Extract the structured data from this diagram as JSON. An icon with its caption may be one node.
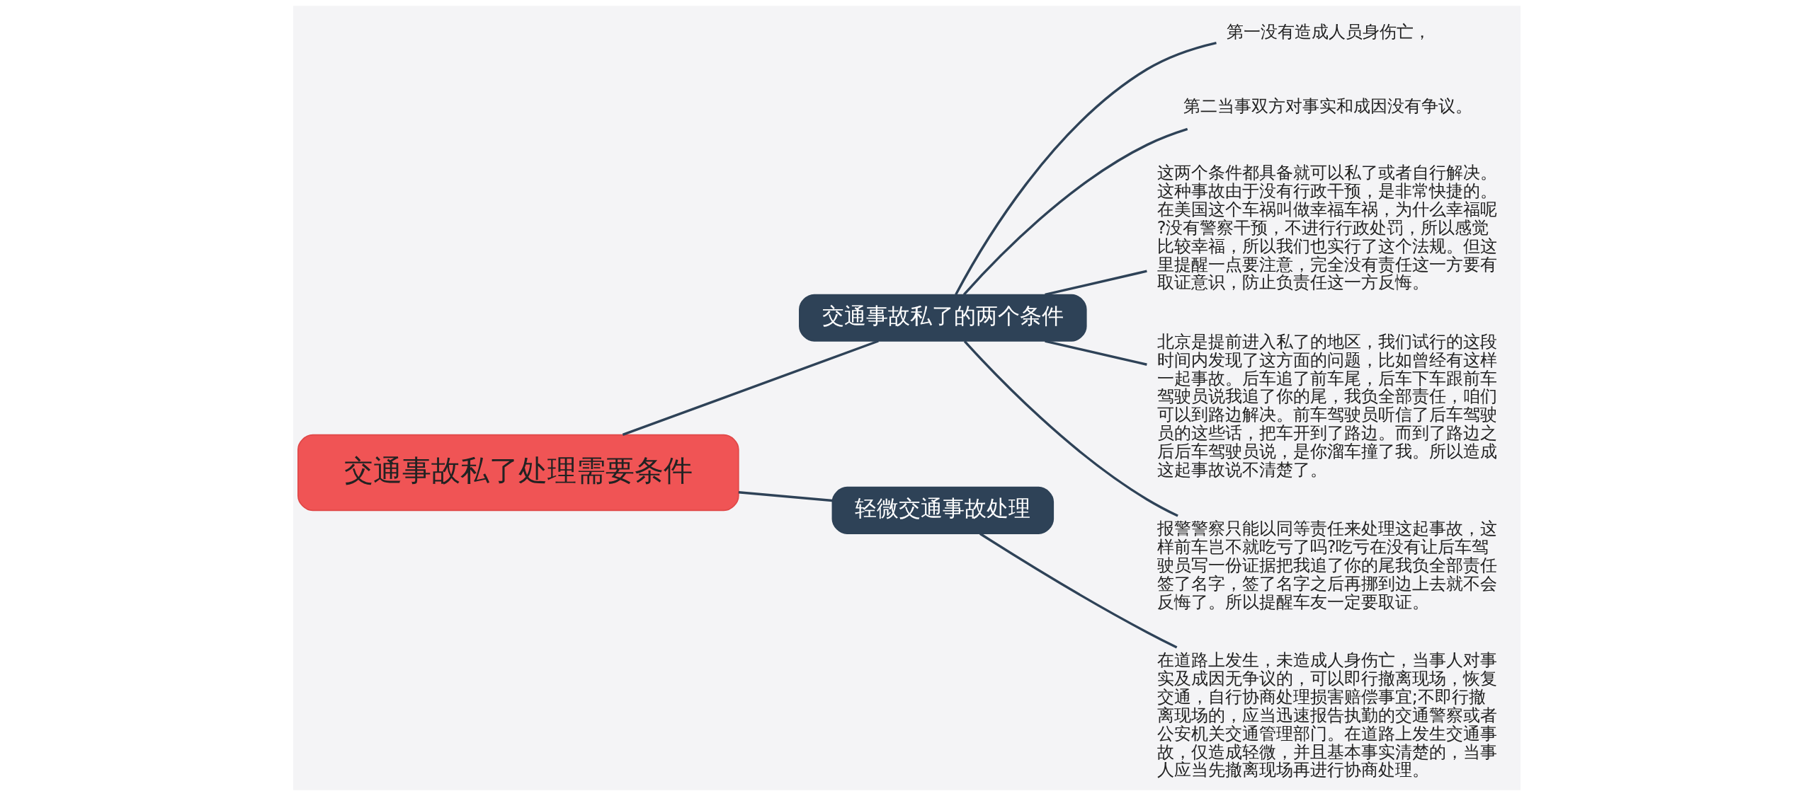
{
  "diagram": {
    "nodes": [
      {
        "text": [
          "交通事故私了处理需要条件"
        ]
      },
      {
        "text": [
          "交通事故私了的两个条件"
        ]
      },
      {
        "text": [
          "轻微交通事故处理"
        ]
      },
      {
        "text": [
          "第一没有造成人员身伤亡，"
        ]
      },
      {
        "text": [
          "第二当事双方对事实和成因没有争议。"
        ]
      },
      {
        "text": [
          "这两个条件都具备就可以私了或者自行解决。这种事故由于没有行政干预，是非常快捷的。在美国这个车祸叫做幸福车祸，为什么幸福呢?没有警察干预，不进行行政处罚，所以感觉比较幸福，所以我们也实行了这个法规。但这里提醒一点要注意，完全没有责任这一方要有取证意识，防止负责任这一方反悔。"
        ]
      },
      {
        "text": [
          "北京是提前进入私了的地区，我们试行的这段时间内发现了这方面的问题，比如曾经有这样一起事故。后车追了前车尾，后车下车跟前车驾驶员说我追了你的尾，我负全部责任，咱们可以到路边解决。前车驾驶员听信了后车驾驶员的这些话，把车开到了路边。而到了路边之后后车驾驶员说，是你溜车撞了我。所以造成这起事故说不清楚了。"
        ]
      },
      {
        "text": [
          "报警警察只能以同等责任来处理这起事故，这样前车岂不就吃亏了吗?吃亏在没有让后车驾驶员写一份证据把我追了你的尾我负全部责任签了名字，签了名字之后再挪到边上去就不会反悔了。所以提醒车友一定要取证。"
        ]
      },
      {
        "text": [
          "在道路上发生，未造成人身伤亡，当事人对事实及成因无争议的，可以即行撤离现场，恢复交通，自行协商处理损害赔偿事宜;不即行撤离现场的，应当迅速报告执勤的交通警察或者公安机关交通管理部门。在道路上发生交通事故，仅造成轻微，并且基本事实清楚的，当事人应当先撤离现场再进行协商处理。"
        ]
      }
    ],
    "edges": [
      {
        "from": 0,
        "to": 1,
        "arrow": "none"
      },
      {
        "from": 0,
        "to": 2,
        "arrow": "none"
      },
      {
        "from": 1,
        "to": 3,
        "arrow": "none"
      },
      {
        "from": 1,
        "to": 4,
        "arrow": "none"
      },
      {
        "from": 1,
        "to": 5,
        "arrow": "none"
      },
      {
        "from": 1,
        "to": 6,
        "arrow": "none"
      },
      {
        "from": 1,
        "to": 7,
        "arrow": "none"
      },
      {
        "from": 2,
        "to": 8,
        "arrow": "none"
      }
    ]
  }
}
